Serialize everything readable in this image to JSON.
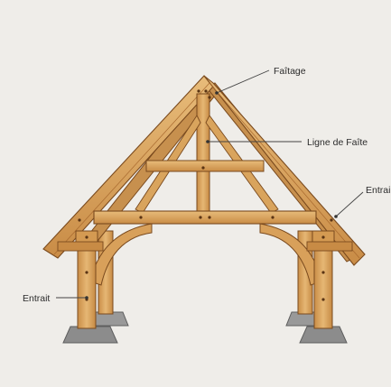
{
  "labels": {
    "ridge": "Faîtage",
    "ridge_line": "Ligne de Faîte",
    "tie_right": "Entrai",
    "tie_left": "Entrait"
  },
  "colors": {
    "background": "#efede9",
    "timber_light": "#e2b06a",
    "timber_mid": "#d49a52",
    "timber_dark": "#b5753a",
    "outline": "#7a4a1e",
    "stone": "#8a8a8a",
    "stone_top": "#b0b0b0",
    "leader": "#444444"
  }
}
